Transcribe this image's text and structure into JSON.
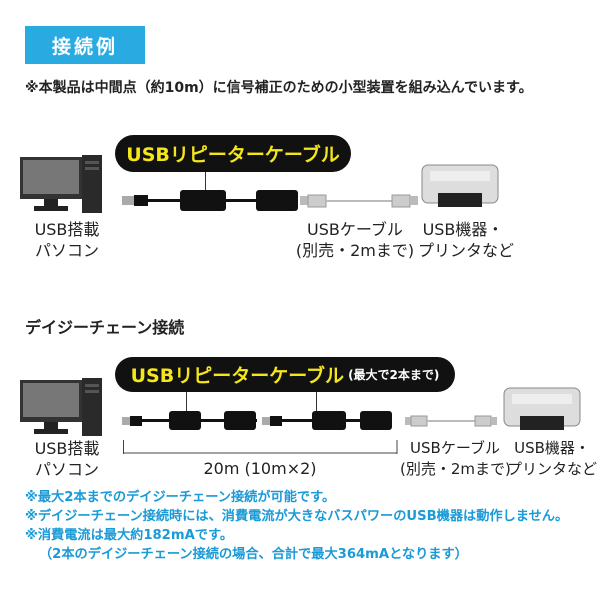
{
  "title": "接続例",
  "note": "※本製品は中間点（約10m）に信号補正のための小型装置を組み込んでいます。",
  "section1": {
    "product_label": "USBリピーターケーブル",
    "pc_label": [
      "USB搭載",
      "パソコン"
    ],
    "cable_label": [
      "USBケーブル",
      "(別売・2mまで)"
    ],
    "device_label": [
      "USB機器・",
      "プリンタなど"
    ]
  },
  "section2": {
    "heading": "デイジーチェーン接続",
    "product_label": "USBリピーターケーブル",
    "product_sub": "(最大で2本まで)",
    "pc_label": [
      "USB搭載",
      "パソコン"
    ],
    "length_label": "20m (10m×2)",
    "cable_label": [
      "USBケーブル",
      "(別売・2mまで)"
    ],
    "device_label": [
      "USB機器・",
      "プリンタなど"
    ]
  },
  "notes": [
    "※最大2本までのデイジーチェーン接続が可能です。",
    "※デイジーチェーン接続時には、消費電流が大きなバスパワーのUSB機器は動作しません。",
    "※消費電流は最大約182mAです。",
    "（2本のデイジーチェーン接続の場合、合計で最大364mAとなります）"
  ],
  "colors": {
    "accent": "#29abe2",
    "label_yellow": "#f5e61a",
    "note_blue": "#1a9ad6"
  }
}
